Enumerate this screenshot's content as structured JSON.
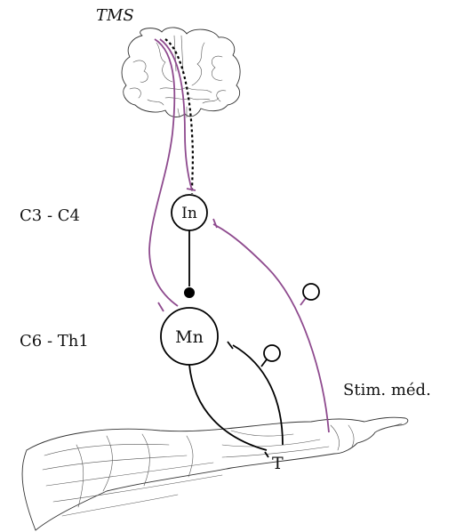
{
  "labels": {
    "tms": "TMS",
    "level_upper": "C3 - C4",
    "level_lower": "C6 - Th1",
    "interneuron": "In",
    "motoneuron": "Mn",
    "tendon": "T",
    "stimulation": "Stim. méd."
  },
  "colors": {
    "corticospinal": "#8e4a8e",
    "reflex": "#000000",
    "afferent": "#8e4a8e"
  }
}
